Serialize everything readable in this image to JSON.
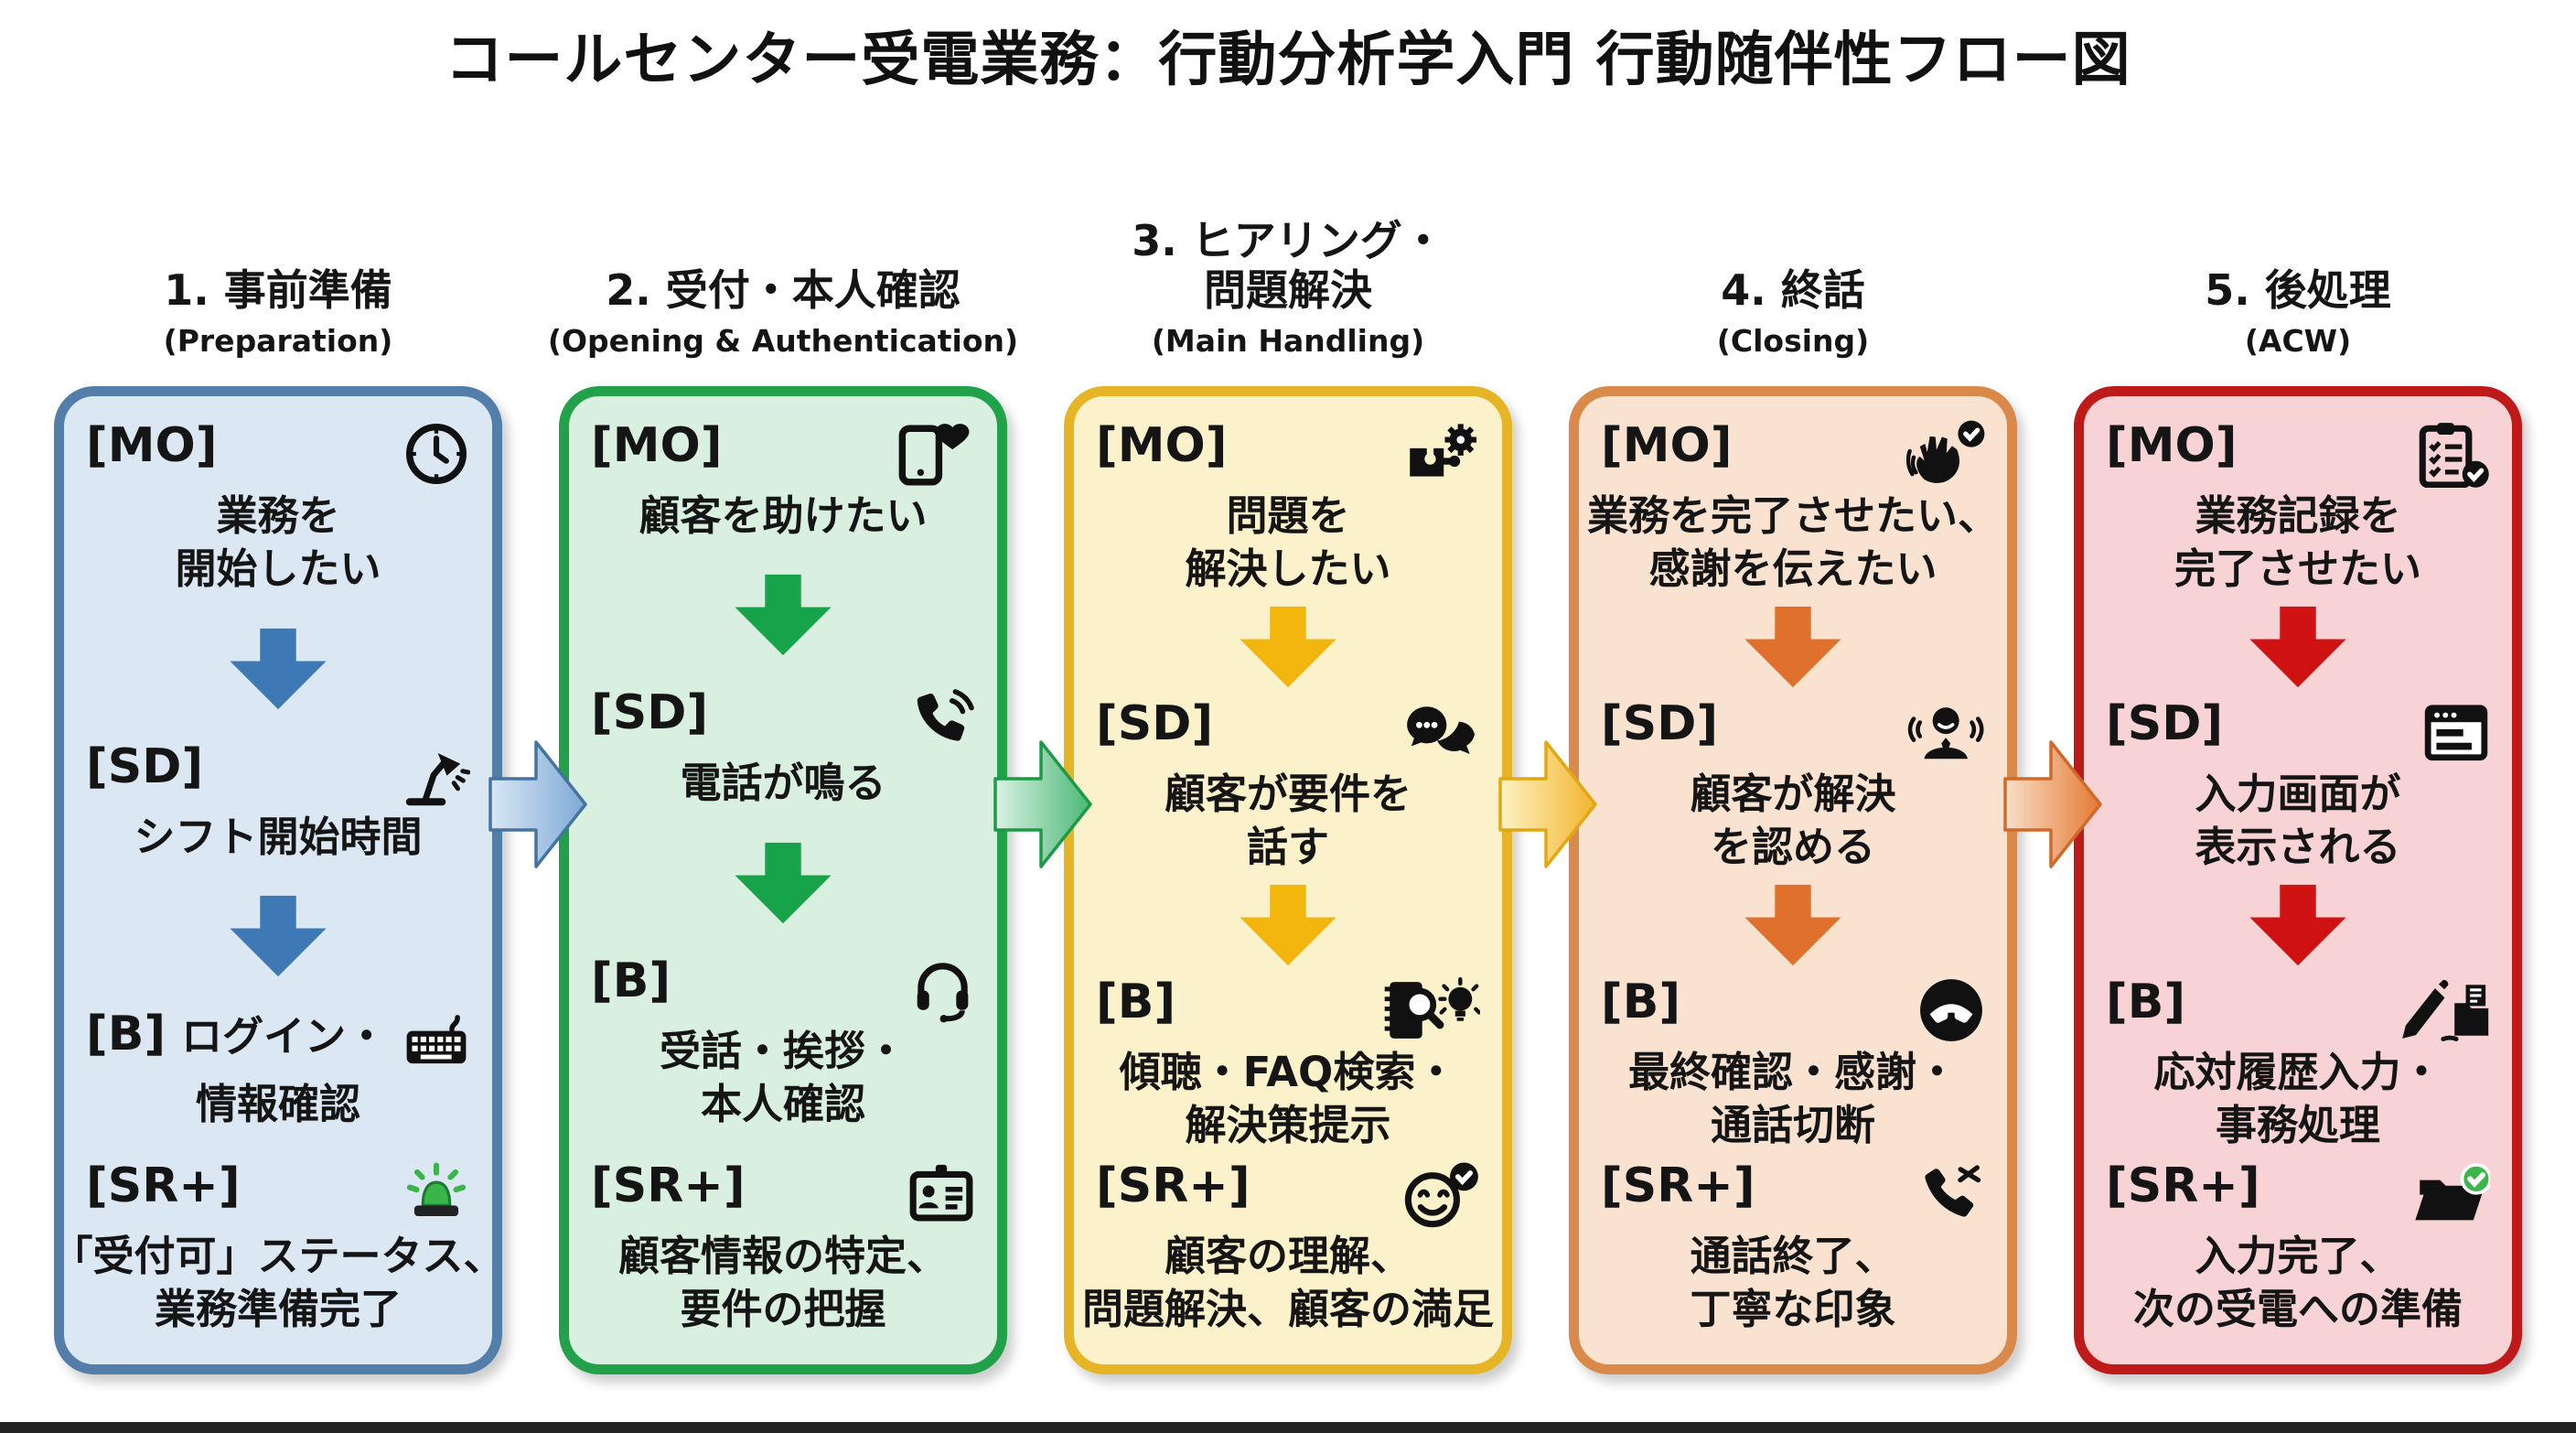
{
  "title": "コールセンター受電業務：行動分析学入門 行動随伴性フロー図",
  "palette": {
    "text": "#151515",
    "background": "#ffffff",
    "bottom_bar": "#232323",
    "icon_accent_green": "#39b54a"
  },
  "columns": [
    {
      "header": {
        "title_lines": [
          "1. 事前準備"
        ],
        "subtitle": "(Preparation)"
      },
      "colors": {
        "bg": "#dbe8f4",
        "border": "#527ea9",
        "arrow": "#3e79b6",
        "inter_from": "#d8e7f5",
        "inter_to": "#7fa9d6",
        "inter_border": "#46749f"
      },
      "sections": [
        {
          "key": "MO",
          "label": "[MO]",
          "icon": "clock-icon",
          "lines": [
            "業務を",
            "開始したい"
          ]
        },
        {
          "key": "SD",
          "label": "[SD]",
          "icon": "desk-lamp-icon",
          "lines": [
            "シフト開始時間"
          ]
        },
        {
          "key": "B",
          "label": "[B]",
          "icon": "keyboard-icon",
          "inline_first_line": true,
          "lines": [
            "ログイン・",
            "情報確認"
          ]
        },
        {
          "key": "SR+",
          "label": "[SR+]",
          "icon": "green-siren-icon",
          "lines": [
            "「受付可」ステータス、",
            "業務準備完了"
          ]
        }
      ]
    },
    {
      "header": {
        "title_lines": [
          "2. 受付・本人確認"
        ],
        "subtitle": "(Opening & Authentication)"
      },
      "colors": {
        "bg": "#d9efdf",
        "border": "#21a14a",
        "arrow": "#17a349",
        "inter_from": "#d9f2e2",
        "inter_to": "#4cb878",
        "inter_border": "#1d9a47"
      },
      "sections": [
        {
          "key": "MO",
          "label": "[MO]",
          "icon": "phone-heart-icon",
          "lines": [
            "顧客を助けたい"
          ]
        },
        {
          "key": "SD",
          "label": "[SD]",
          "icon": "ringing-phone-icon",
          "lines": [
            "電話が鳴る"
          ]
        },
        {
          "key": "B",
          "label": "[B]",
          "icon": "headset-icon",
          "lines": [
            "受話・挨拶・",
            "本人確認"
          ]
        },
        {
          "key": "SR+",
          "label": "[SR+]",
          "icon": "id-card-icon",
          "lines": [
            "顧客情報の特定、",
            "要件の把握"
          ]
        }
      ]
    },
    {
      "header": {
        "title_lines": [
          "3. ヒアリング・",
          "問題解決"
        ],
        "subtitle": "(Main Handling)"
      },
      "colors": {
        "bg": "#fbf1ca",
        "border": "#e6b525",
        "arrow": "#f3b60d",
        "inter_from": "#fdf3c4",
        "inter_to": "#f2b42c",
        "inter_border": "#e2a713"
      },
      "sections": [
        {
          "key": "MO",
          "label": "[MO]",
          "icon": "puzzle-gear-icon",
          "lines": [
            "問題を",
            "解決したい"
          ]
        },
        {
          "key": "SD",
          "label": "[SD]",
          "icon": "chat-bubbles-icon",
          "lines": [
            "顧客が要件を",
            "話す"
          ]
        },
        {
          "key": "B",
          "label": "[B]",
          "icon": "faq-search-bulb-icon",
          "lines": [
            "傾聴・FAQ検索・",
            "解決策提示"
          ]
        },
        {
          "key": "SR+",
          "label": "[SR+]",
          "icon": "smiley-check-icon",
          "lines": [
            "顧客の理解、",
            "問題解決、顧客の満足"
          ]
        }
      ]
    },
    {
      "header": {
        "title_lines": [
          "4. 終話"
        ],
        "subtitle": "(Closing)"
      },
      "colors": {
        "bg": "#f9e3d0",
        "border": "#d98a4a",
        "arrow": "#e0712d",
        "inter_from": "#f9dfc9",
        "inter_to": "#e47a33",
        "inter_border": "#d1692a"
      },
      "sections": [
        {
          "key": "MO",
          "label": "[MO]",
          "icon": "wave-hand-check-icon",
          "lines": [
            "業務を完了させたい、",
            "感謝を伝えたい"
          ]
        },
        {
          "key": "SD",
          "label": "[SD]",
          "icon": "speaking-agent-icon",
          "lines": [
            "顧客が解決",
            "を認める"
          ]
        },
        {
          "key": "B",
          "label": "[B]",
          "icon": "call-end-icon",
          "lines": [
            "最終確認・感謝・",
            "通話切断"
          ]
        },
        {
          "key": "SR+",
          "label": "[SR+]",
          "icon": "phone-off-icon",
          "lines": [
            "通話終了、",
            "丁寧な印象"
          ]
        }
      ]
    },
    {
      "header": {
        "title_lines": [
          "5. 後処理"
        ],
        "subtitle": "(ACW)"
      },
      "colors": {
        "bg": "#f8d3d6",
        "border": "#bf1a1a",
        "arrow": "#cf1212"
      },
      "sections": [
        {
          "key": "MO",
          "label": "[MO]",
          "icon": "clipboard-check-icon",
          "lines": [
            "業務記録を",
            "完了させたい"
          ]
        },
        {
          "key": "SD",
          "label": "[SD]",
          "icon": "input-form-icon",
          "lines": [
            "入力画面が",
            "表示される"
          ]
        },
        {
          "key": "B",
          "label": "[B]",
          "icon": "pen-folder-icon",
          "lines": [
            "応対履歴入力・",
            "事務処理"
          ]
        },
        {
          "key": "SR+",
          "label": "[SR+]",
          "icon": "folder-done-icon",
          "lines": [
            "入力完了、",
            "次の受電への準備"
          ]
        }
      ]
    }
  ]
}
